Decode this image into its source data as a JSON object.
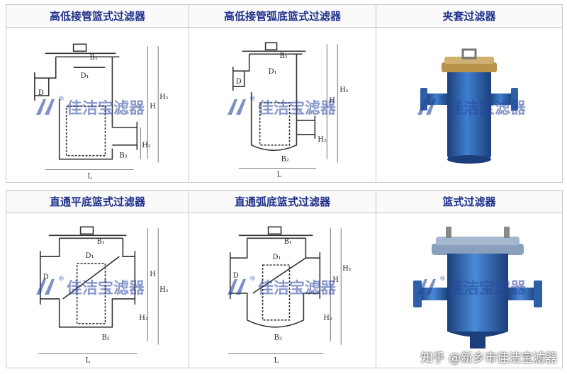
{
  "cards": [
    {
      "title": "高低接管篮式过滤器",
      "kind": "drawing"
    },
    {
      "title": "高低接管弧底篮式过滤器",
      "kind": "drawing"
    },
    {
      "title": "夹套过滤器",
      "kind": "photo"
    },
    {
      "title": "直通平底篮式过滤器",
      "kind": "drawing"
    },
    {
      "title": "直通弧底篮式过滤器",
      "kind": "drawing"
    },
    {
      "title": "篮式过滤器",
      "kind": "photo"
    }
  ],
  "watermark": {
    "text": "佳洁宝滤器",
    "reg": "®"
  },
  "dimension_labels": {
    "D": "D",
    "D1": "D₁",
    "B1": "B₁",
    "B2": "B₂",
    "H": "H",
    "H1": "H₁",
    "H2": "H₂",
    "L": "L"
  },
  "credit": "知乎 @新乡市佳洁宝滤器",
  "colors": {
    "title": "#1e2f8a",
    "vessel": "#2c5fa8",
    "line": "#333333",
    "watermark": "#2846a0"
  }
}
